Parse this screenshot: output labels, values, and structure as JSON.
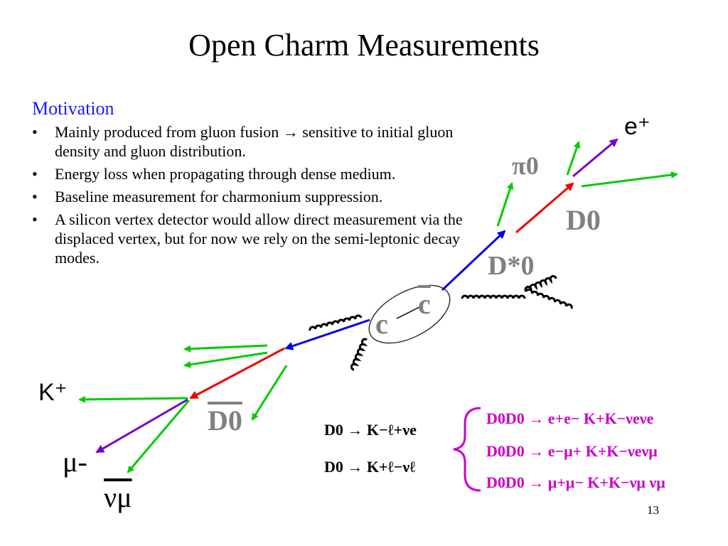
{
  "slide": {
    "title": "Open Charm Measurements",
    "motivation_heading": "Motivation",
    "bullets": [
      "Mainly produced from gluon fusion → sensitive to initial gluon density and gluon distribution.",
      "Energy loss when propagating through dense medium.",
      "Baseline measurement for charmonium suppression.",
      "A silicon vertex detector would allow direct measurement via the displaced vertex, but for now we rely on the semi-leptonic decay modes."
    ],
    "slide_number": "13"
  },
  "diagram": {
    "labels": {
      "e_plus": "e⁺",
      "pi0": "π0",
      "d0": "D0",
      "dstar0": "D*0",
      "c": "c",
      "cbar": "c",
      "k_plus": "K⁺",
      "mu_minus": "μ-",
      "nu_mu": "νμ",
      "d0bar": "D0"
    },
    "equations": {
      "decay1": "D0 → K−ℓ+νe",
      "decay2": "D0 → K+ℓ−νℓ"
    },
    "pair_decays": [
      "D0D0 → e+e− K+K−νeνe",
      "D0D0 → e−μ+ K+K−νeνμ",
      "D0D0 → μ+μ− K+K−νμ νμ"
    ],
    "colors": {
      "red_track": "#ee0000",
      "blue_track": "#0000ee",
      "green_track": "#00cc00",
      "purple_track": "#7700cc",
      "gray_label": "#808080",
      "magenta_text": "#cc00cc",
      "heading_blue": "#1a1aff"
    }
  }
}
